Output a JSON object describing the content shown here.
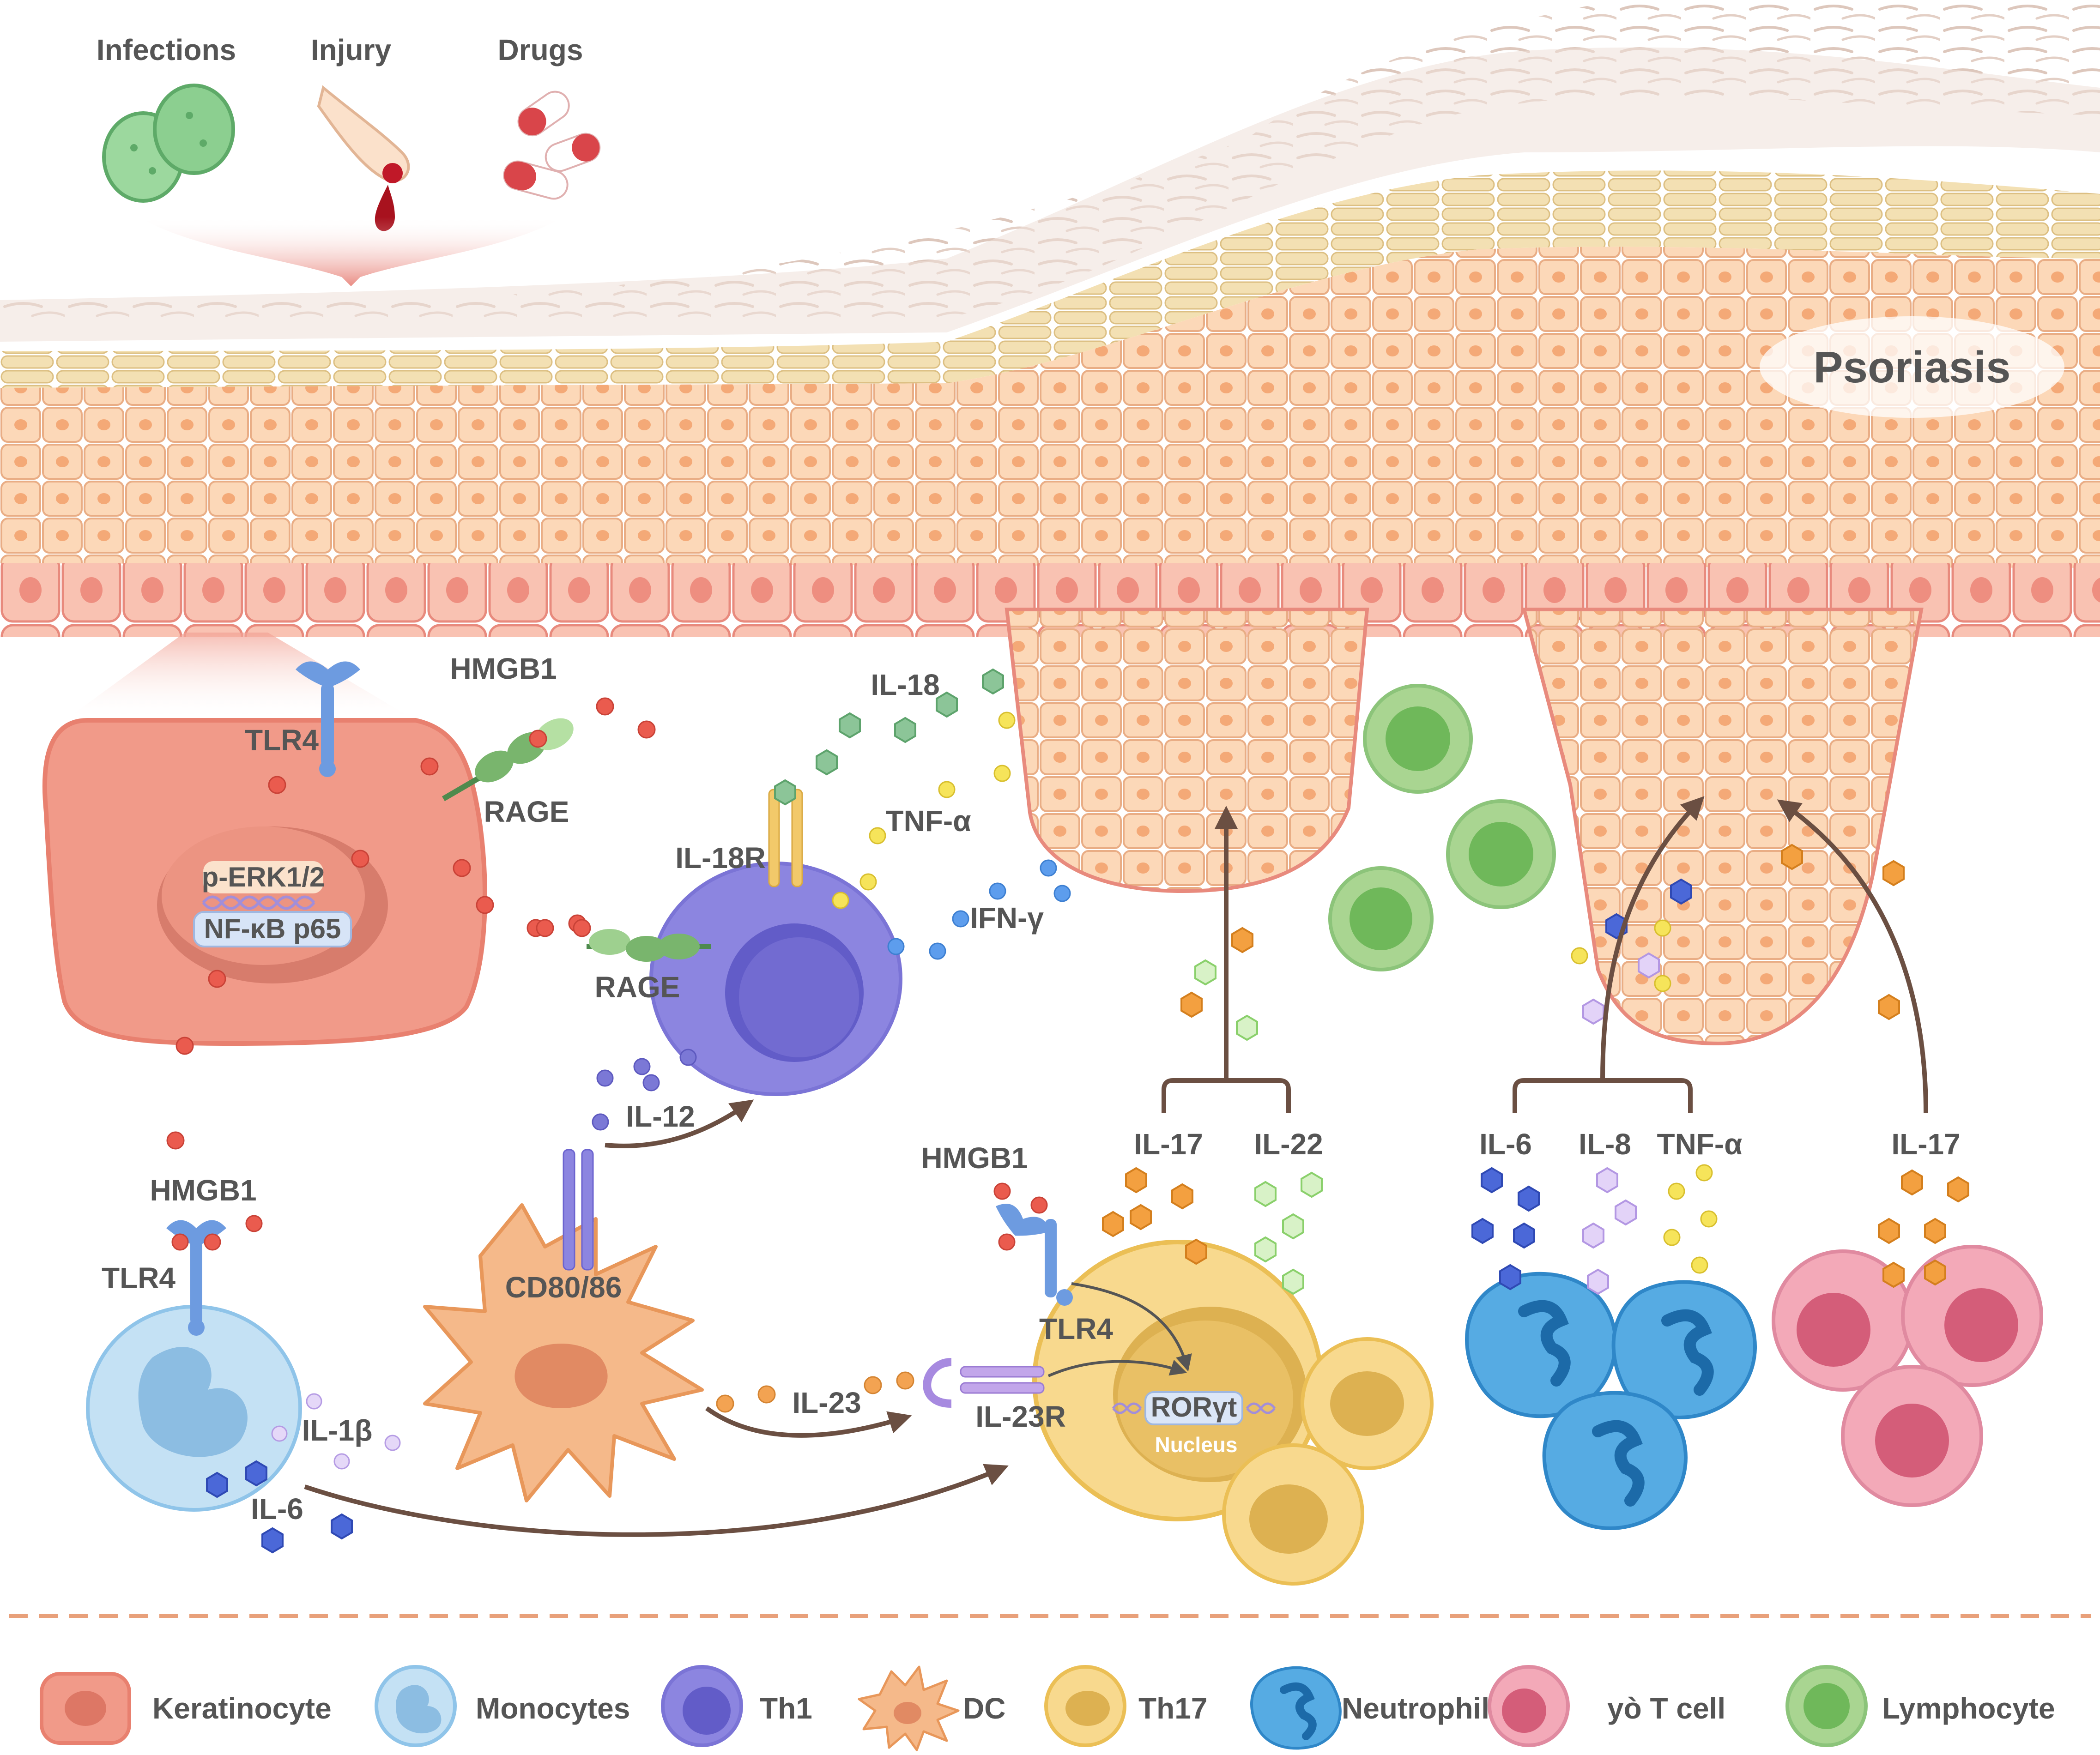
{
  "triggers": {
    "infections": "Infections",
    "injury": "Injury",
    "drugs": "Drugs"
  },
  "title": "Psoriasis",
  "keratinocyte": {
    "tlr4": "TLR4",
    "hmgb1": "HMGB1",
    "rage": "RAGE",
    "perk": "p-ERK1/2",
    "nfkb": "NF-κB p65"
  },
  "th1": {
    "il18": "IL-18",
    "il18r": "IL-18R",
    "tnfa": "TNF-α",
    "rage": "RAGE",
    "ifng": "IFN-γ",
    "il12": "IL-12"
  },
  "monocyte": {
    "hmgb1": "HMGB1",
    "tlr4": "TLR4",
    "il1b": "IL-1β",
    "il6": "IL-6"
  },
  "dc": {
    "cd80": "CD80/86",
    "il23": "IL-23"
  },
  "th17": {
    "hmgb1": "HMGB1",
    "tlr4": "TLR4",
    "il23r": "IL-23R",
    "rorgt": "RORγt",
    "nucleus": "Nucleus",
    "il17": "IL-17",
    "il22": "IL-22"
  },
  "neutrophil": {
    "il6": "IL-6",
    "il8": "IL-8",
    "tnfa": "TNF-α"
  },
  "gdt": {
    "il17": "IL-17"
  },
  "legend": [
    {
      "label": "Keratinocyte",
      "color": "#ef8f80"
    },
    {
      "label": "Monocytes",
      "color": "#b9daf1"
    },
    {
      "label": "Th1",
      "color": "#8c85e0"
    },
    {
      "label": "DC",
      "color": "#f5b98a"
    },
    {
      "label": "Th17",
      "color": "#f6d47e"
    },
    {
      "label": "Neutrophil",
      "color": "#4aa4df"
    },
    {
      "label": "yò T cell",
      "color": "#ef9fb0"
    },
    {
      "label": "Lymphocyte",
      "color": "#a9d591"
    }
  ],
  "colors": {
    "keratinocyte": "#ef8f80",
    "epidermis": "#fbd7b7",
    "stratum_corneum": "#f1ddb1",
    "arrow": "#6b4f42",
    "hmgb1_dot": "#ea5b4e",
    "il6_hex": "#4b68d8",
    "il8_hex": "#c9a6ef",
    "tnf_dot": "#f6e45a",
    "il17_hex": "#f3a040",
    "il22_hex": "#b7e59a",
    "il18_hex": "#8cc598",
    "ifng_dot": "#5d9ded",
    "il12_dot": "#7b78d6",
    "il23_dot": "#f3a352",
    "il1b_dot": "#d9c4f5"
  }
}
